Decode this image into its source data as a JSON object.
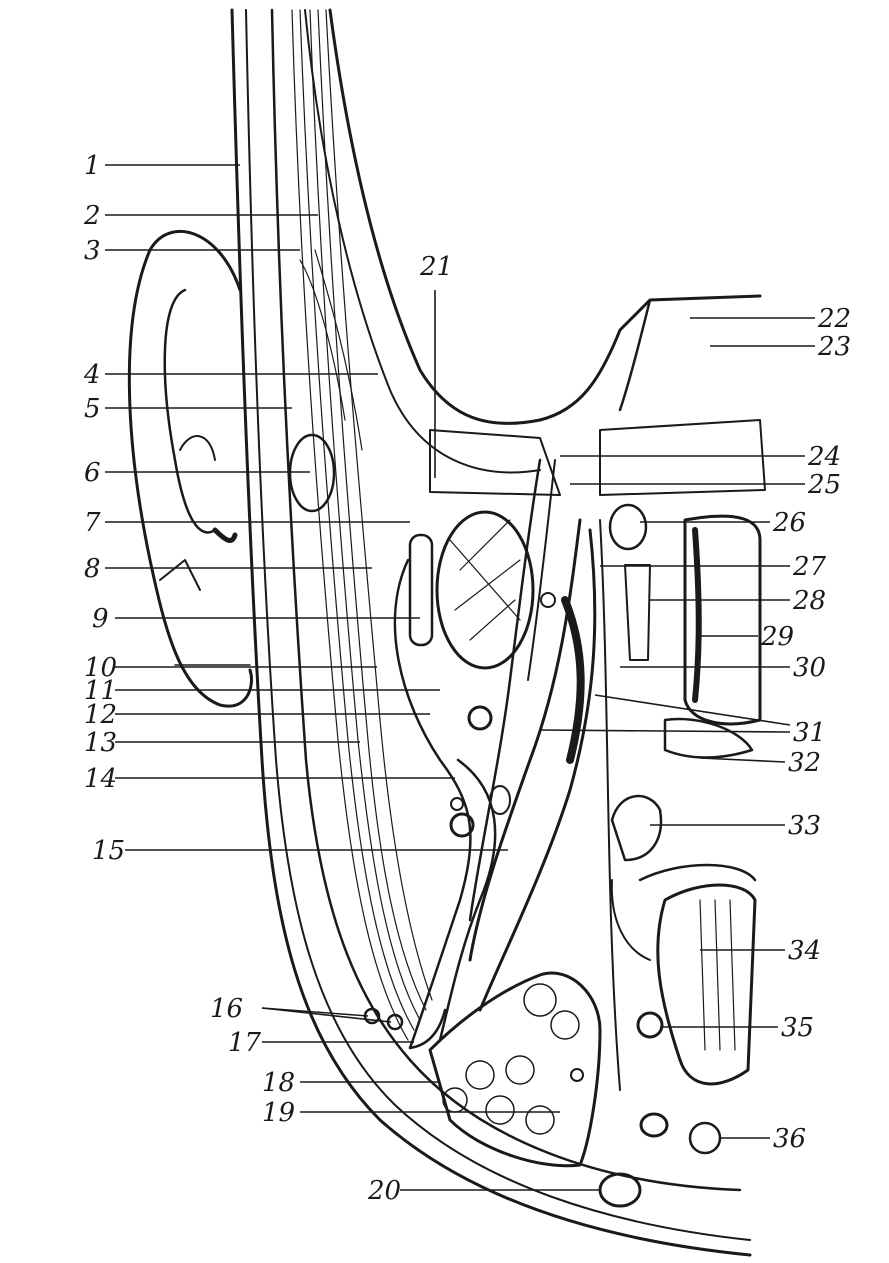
{
  "figure": {
    "labels": {
      "l1": "1",
      "l2": "2",
      "l3": "3",
      "l4": "4",
      "l5": "5",
      "l6": "6",
      "l7": "7",
      "l8": "8",
      "l9": "9",
      "l10": "10",
      "l11": "11",
      "l12": "12",
      "l13": "13",
      "l14": "14",
      "l15": "15",
      "l16": "16",
      "l17": "17",
      "l18": "18",
      "l19": "19",
      "l20": "20",
      "l21": "21",
      "l22": "22",
      "l23": "23",
      "l24": "24",
      "l25": "25",
      "l26": "26",
      "l27": "27",
      "l28": "28",
      "l29": "29",
      "l30": "30",
      "l31": "31",
      "l32": "32",
      "l33": "33",
      "l34": "34",
      "l35": "35",
      "l36": "36"
    }
  }
}
